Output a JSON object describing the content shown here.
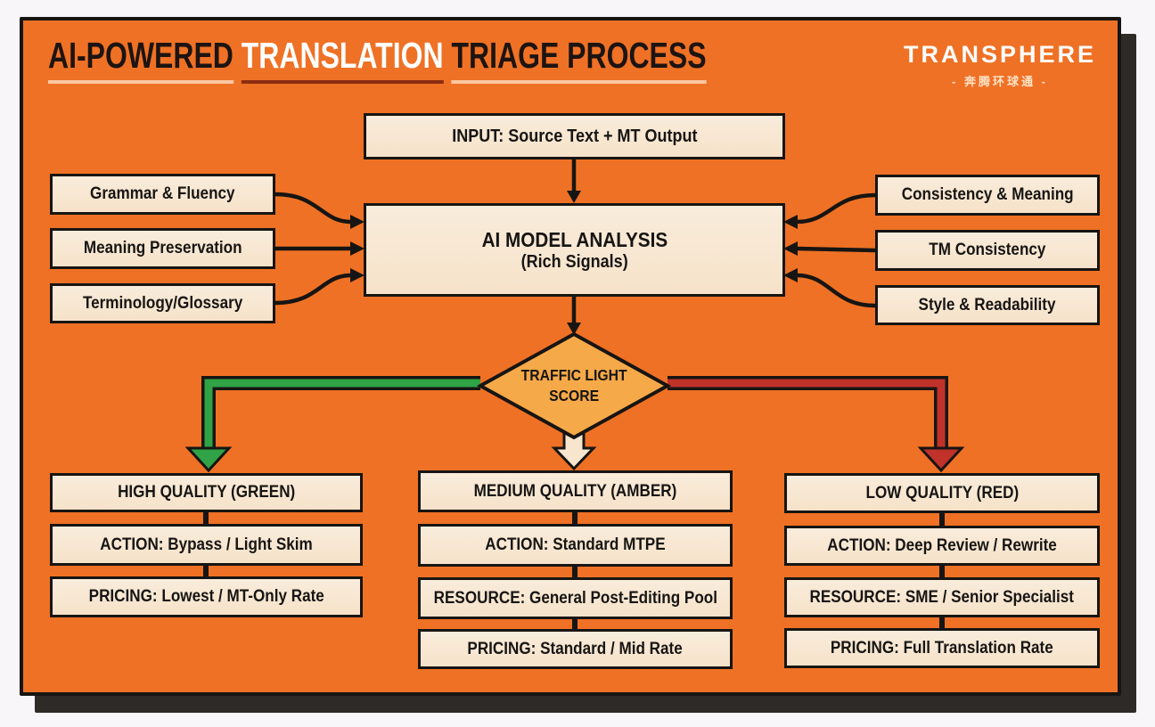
{
  "header": {
    "title_part1": "AI-POWERED",
    "title_part2": "TRANSLATION",
    "title_part3": "TRIAGE PROCESS",
    "logo_text": "TRANSPHERE",
    "logo_subtitle": "- 奔腾环球通 -"
  },
  "flow": {
    "input_label": "INPUT: Source Text + MT Output",
    "analysis_line1": "AI MODEL ANALYSIS",
    "analysis_line2": "(Rich Signals)",
    "left_signals": [
      "Grammar & Fluency",
      "Meaning Preservation",
      "Terminology/Glossary"
    ],
    "right_signals": [
      "Consistency & Meaning",
      "TM Consistency",
      "Style & Readability"
    ],
    "decision_line1": "TRAFFIC LIGHT",
    "decision_line2": "SCORE",
    "branches": [
      {
        "name": "green",
        "arrow_color": "#2FA346",
        "title": "HIGH QUALITY (GREEN)",
        "steps": [
          "ACTION: Bypass / Light Skim",
          "PRICING: Lowest / MT-Only Rate"
        ]
      },
      {
        "name": "amber",
        "arrow_color": "#F7E5CE",
        "title": "MEDIUM QUALITY (AMBER)",
        "steps": [
          "ACTION: Standard MTPE",
          "RESOURCE: General Post-Editing Pool",
          "PRICING: Standard / Mid Rate"
        ]
      },
      {
        "name": "red",
        "arrow_color": "#C1322B",
        "title": "LOW QUALITY (RED)",
        "steps": [
          "ACTION: Deep Review / Rewrite",
          "RESOURCE: SME / Senior Specialist",
          "PRICING: Full Translation Rate"
        ]
      }
    ]
  },
  "colors": {
    "canvas_orange": "#EF7125",
    "box_cream": "#F7E5CE",
    "diamond_amber": "#F6A948",
    "ink": "#171513",
    "green": "#2FA346",
    "red": "#C1322B",
    "card_shadow": "#2D2A28",
    "highlight_underline": "#8C2C12"
  }
}
